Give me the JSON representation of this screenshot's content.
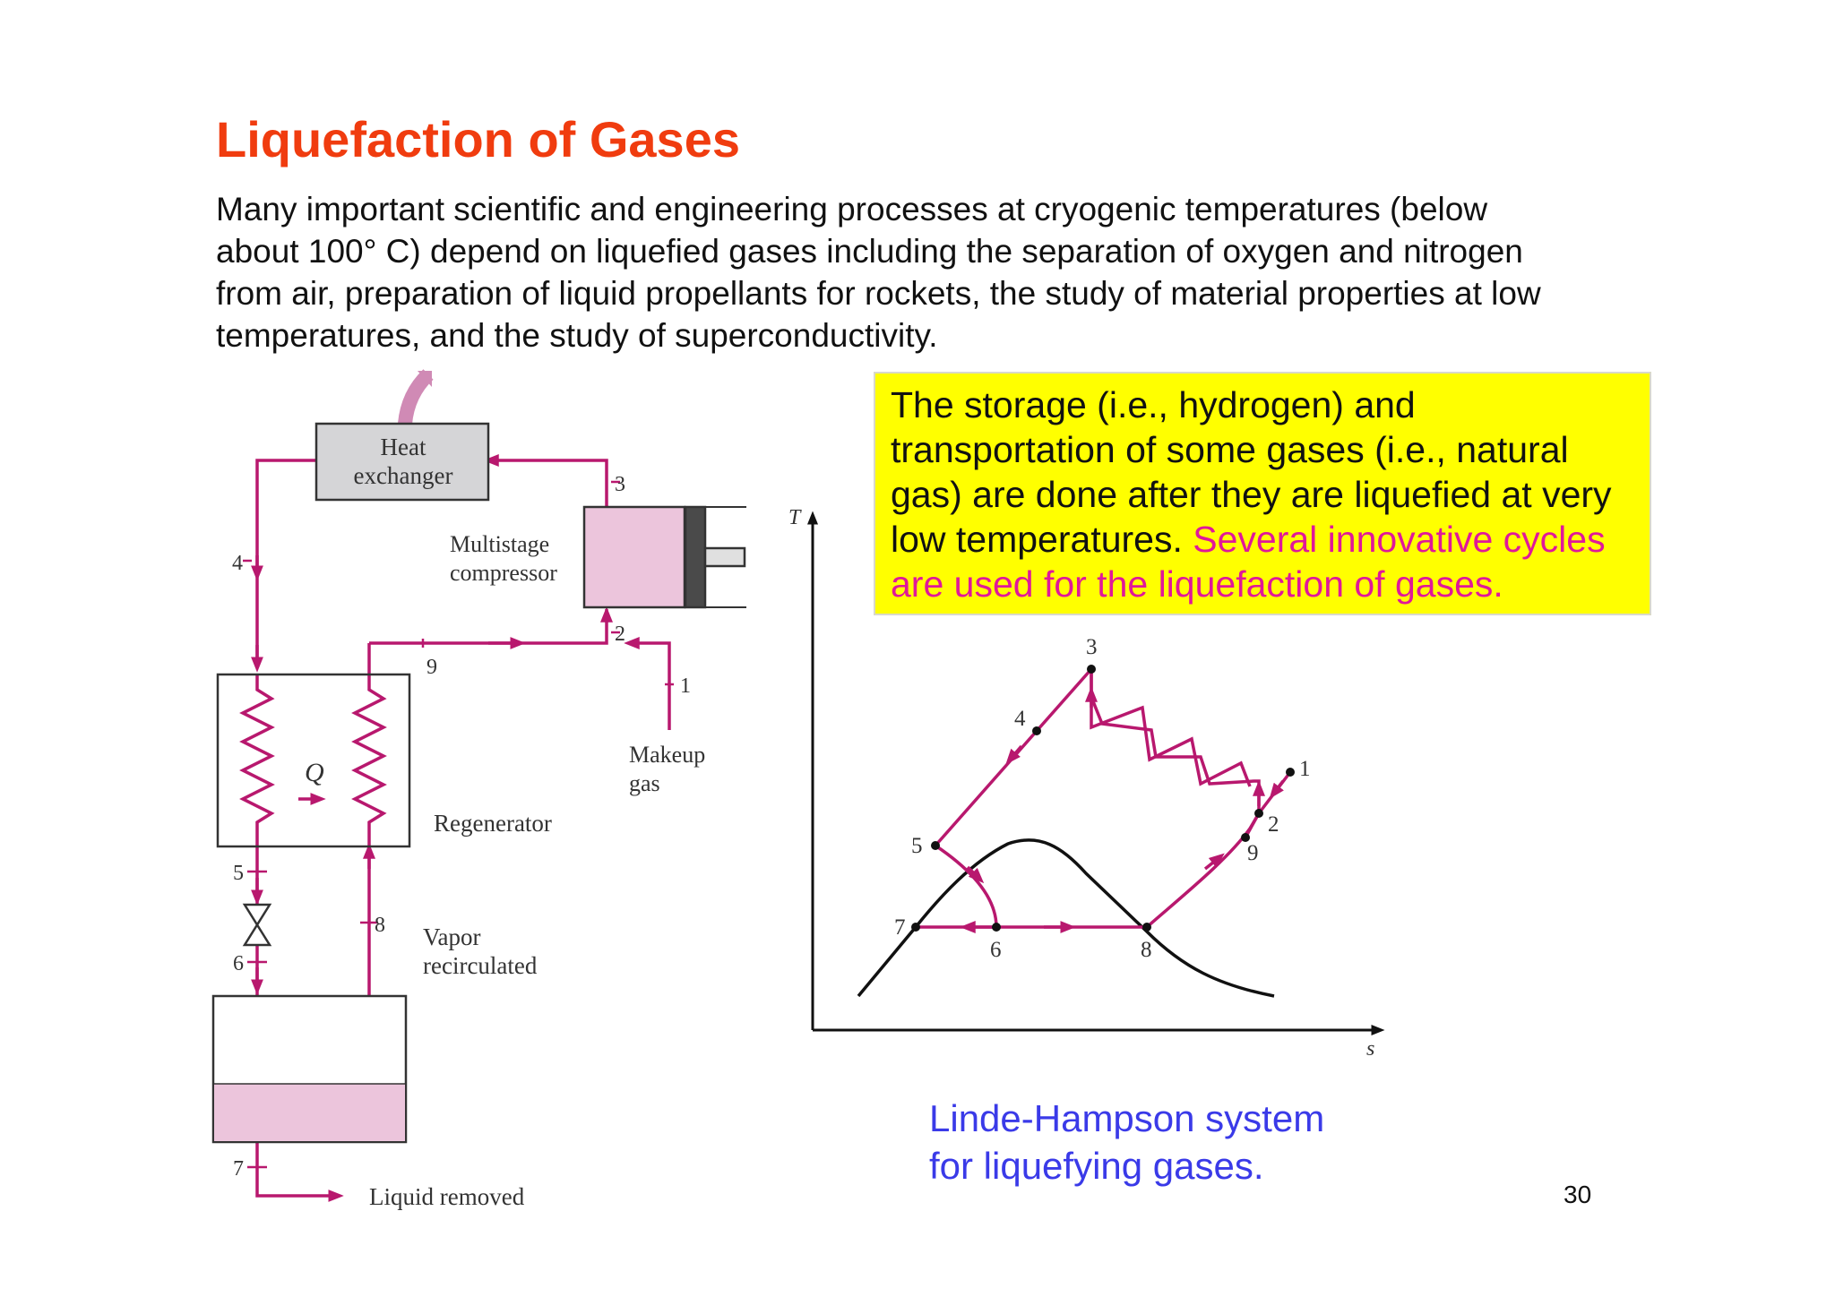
{
  "page": {
    "title": "Liquefaction of Gases",
    "intro_lines": [
      "Many important scientific and engineering processes at cryogenic temperatures (below",
      "about 100°  C) depend on liquefied gases including the separation of oxygen and nitrogen",
      "from air, preparation of liquid propellants for rockets, the study of material properties at low",
      "temperatures, and the study of superconductivity."
    ],
    "note": {
      "black_lines": [
        "The storage (i.e., hydrogen) and",
        "transportation of some gases (i.e., natural",
        "gas) are done after they are liquefied at very"
      ],
      "mixed_line_black": "low temperatures. ",
      "mixed_line_magenta": "Several innovative cycles",
      "magenta_line": "are used for the liquefaction of gases."
    },
    "caption_lines": [
      "Linde-Hampson system",
      "for liquefying gases."
    ],
    "page_number": "30"
  },
  "system_diagram": {
    "heat_exchanger_line1": "Heat",
    "heat_exchanger_line2": "exchanger",
    "compressor_line1": "Multistage",
    "compressor_line2": "compressor",
    "makeup_line1": "Makeup",
    "makeup_line2": "gas",
    "regenerator": "Regenerator",
    "heat_symbol": "Q",
    "vapor_line1": "Vapor",
    "vapor_line2": "recirculated",
    "liquid_removed": "Liquid removed",
    "state_labels": {
      "s1": "1",
      "s2": "2",
      "s3": "3",
      "s4": "4",
      "s5": "5",
      "s6": "6",
      "s7": "7",
      "s8": "8",
      "s9": "9"
    }
  },
  "ts_diagram": {
    "y_axis_label": "T",
    "x_axis_label": "s",
    "point_labels": {
      "p1": "1",
      "p2": "2",
      "p3": "3",
      "p4": "4",
      "p5": "5",
      "p6": "6",
      "p7": "7",
      "p8": "8",
      "p9": "9"
    }
  },
  "colors": {
    "title": "#f03c0f",
    "note_background": "#ffff00",
    "note_accent": "#e0189a",
    "caption": "#3a3ae8",
    "flow_lines": "#b8186e",
    "liquid_fill": "#ecc5dc"
  }
}
